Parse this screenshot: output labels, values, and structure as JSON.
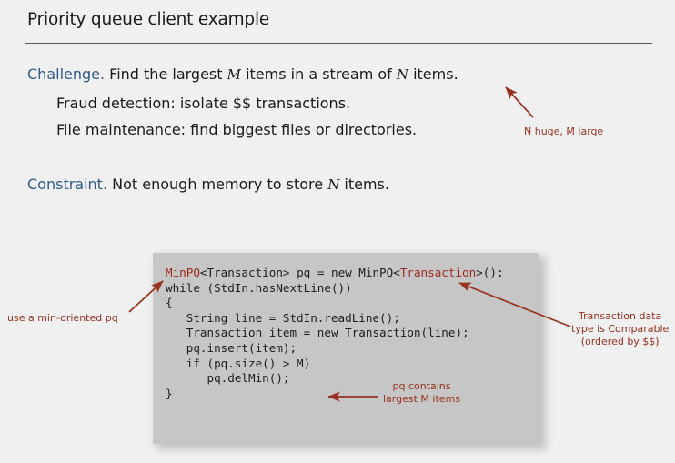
{
  "slide": {
    "title": "Priority queue client example",
    "background_color": "#f0f0f0",
    "accent_color": "#2e5c8a",
    "annotation_color": "#96321f",
    "code_background": "#c6c6c6"
  },
  "body": {
    "challenge": {
      "lead": "Challenge.",
      "text_before_m": "  Find the largest ",
      "var_m": "M",
      "text_between": " items in a stream of ",
      "var_n": "N",
      "text_after": " items."
    },
    "bullets": [
      "Fraud detection:  isolate $$ transactions.",
      "File maintenance:  find biggest files or directories."
    ],
    "constraint": {
      "lead": "Constraint.",
      "text_before_n": "  Not enough memory to store ",
      "var_n": "N",
      "text_after": " items."
    }
  },
  "code": {
    "line1_part1": "MinPQ",
    "line1_part2": "<Transaction> pq = new MinPQ<",
    "line1_part3": "Transaction",
    "line1_part4": ">();",
    "rest": "\nwhile (StdIn.hasNextLine())\n{\n   String line = StdIn.readLine();\n   Transaction item = new Transaction(line);\n   pq.insert(item);\n   if (pq.size() > M)\n      pq.delMin();\n}"
  },
  "annotations": {
    "n_huge": "N huge, M large",
    "min_oriented": "use a min-oriented pq",
    "transaction_comparable": [
      "Transaction data",
      "type is Comparable",
      "(ordered by $$)"
    ],
    "pq_contains": [
      "pq contains",
      "largest M items"
    ]
  }
}
